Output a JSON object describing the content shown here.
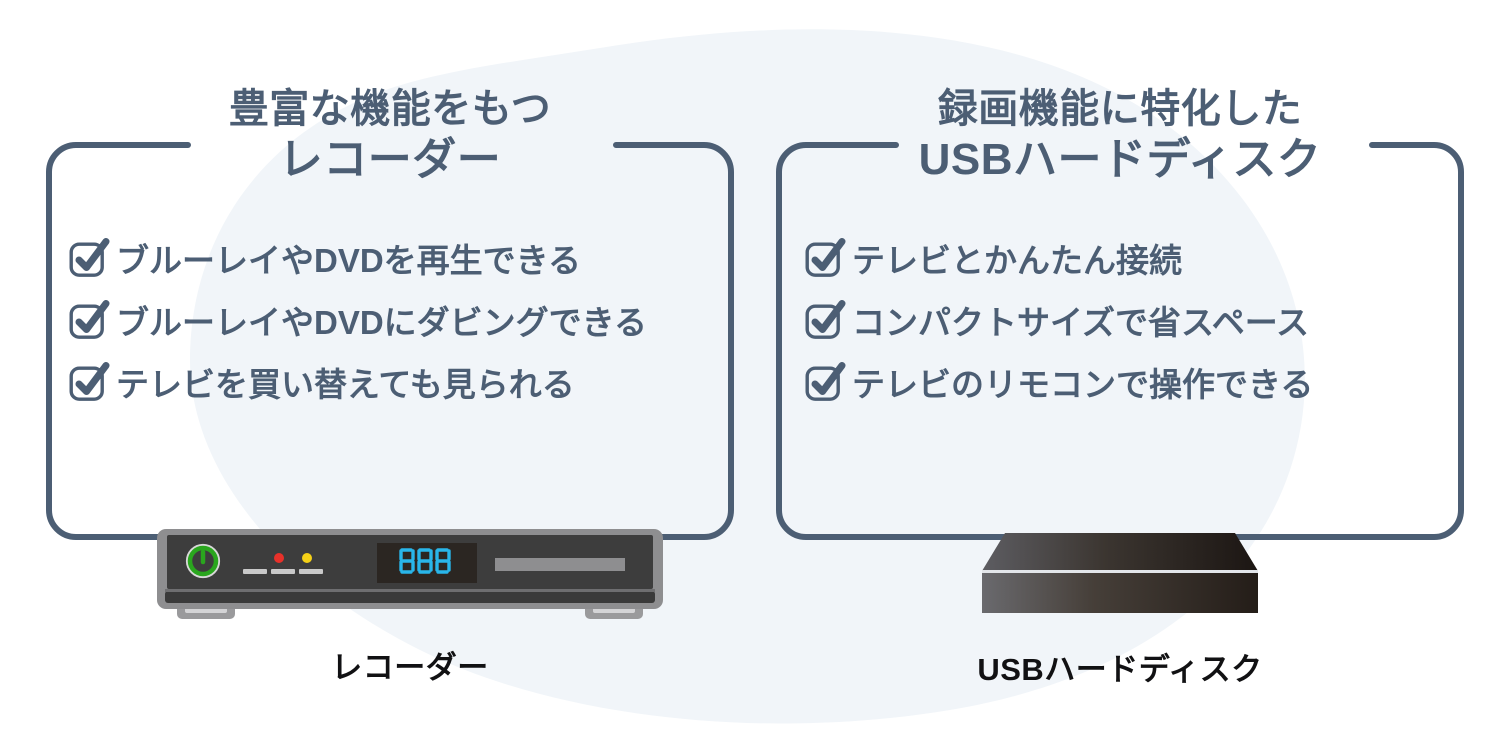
{
  "theme": {
    "background": "#ffffff",
    "blob_color": "#f1f5f9",
    "accent_ink": "#4c5e74",
    "caption_ink": "#111113",
    "bubble_border": "#4c5e74",
    "led_red": "#e8312a",
    "led_yellow": "#f5d117",
    "power_green": "#2aa61e",
    "display_cyan": "#29b6ea"
  },
  "panels": [
    {
      "id": "recorder",
      "title_line1": "豊富な機能をもつ",
      "title_line2": "レコーダー",
      "features": [
        {
          "icon": "checkbox-checked-icon",
          "label": "ブルーレイやDVDを再生できる"
        },
        {
          "icon": "checkbox-checked-icon",
          "label": "ブルーレイやDVDにダビングできる"
        },
        {
          "icon": "checkbox-checked-icon",
          "label": "テレビを買い替えても見られる"
        }
      ]
    },
    {
      "id": "usb-hdd",
      "title_line1": "録画機能に特化した",
      "title_line2": "USBハードディスク",
      "features": [
        {
          "icon": "checkbox-checked-icon",
          "label": "テレビとかんたん接続"
        },
        {
          "icon": "checkbox-checked-icon",
          "label": "コンパクトサイズで省スペース"
        },
        {
          "icon": "checkbox-checked-icon",
          "label": "テレビのリモコンで操作できる"
        }
      ]
    }
  ],
  "devices": [
    {
      "id": "recorder",
      "caption": "レコーダー",
      "display_text": "888",
      "indicator_lights": [
        "red",
        "yellow"
      ]
    },
    {
      "id": "usb-hdd",
      "caption": "USBハードディスク"
    }
  ]
}
